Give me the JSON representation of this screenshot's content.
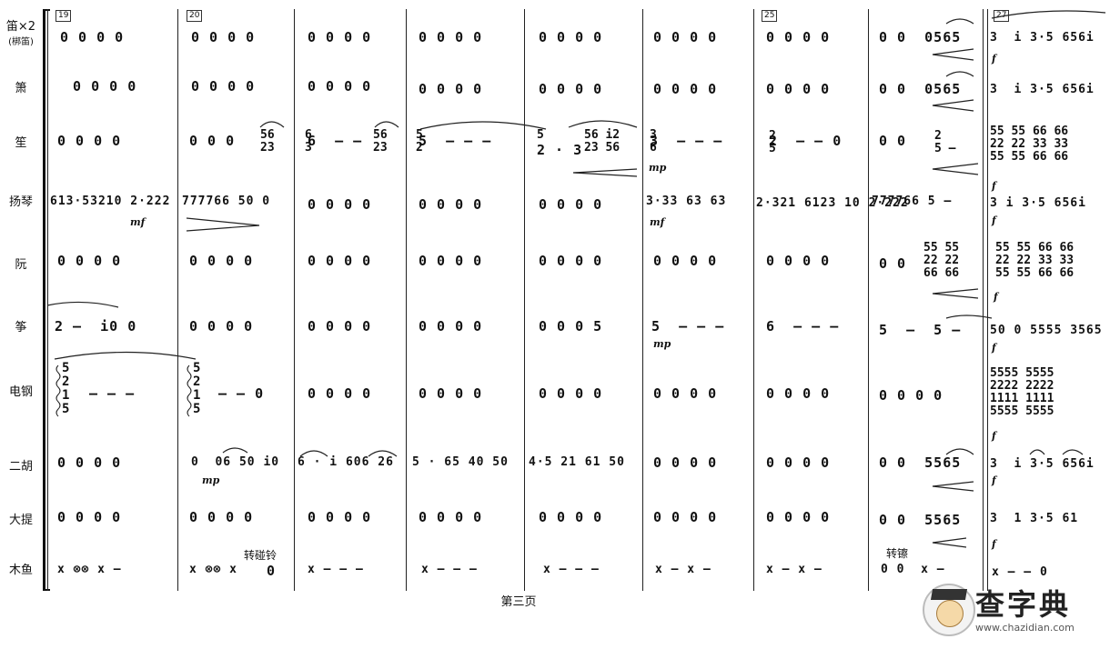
{
  "page_label": "第三页",
  "watermark": {
    "title": "查字典",
    "url": "www.chazidian.com"
  },
  "measure_numbers": [
    "19",
    "20",
    "25",
    "27"
  ],
  "instruments": [
    {
      "name": "笛×2",
      "sub": "(梆笛)"
    },
    {
      "name": "箫",
      "sub": ""
    },
    {
      "name": "笙",
      "sub": ""
    },
    {
      "name": "扬琴",
      "sub": ""
    },
    {
      "name": "阮",
      "sub": ""
    },
    {
      "name": "筝",
      "sub": ""
    },
    {
      "name": "电钢",
      "sub": ""
    },
    {
      "name": "二胡",
      "sub": ""
    },
    {
      "name": "大提",
      "sub": ""
    },
    {
      "name": "木鱼",
      "sub": ""
    }
  ],
  "rows": [
    [
      "0 0 0 0",
      "0 0 0 0",
      "0 0 0 0",
      "0 0 0 0",
      "0 0 0 0",
      "0 0 0 0",
      "0 0 0 0",
      "0 0  0565",
      "3  i 3·5 656i"
    ],
    [
      " 0 0 0 0",
      "0 0 0 0",
      "0 0 0 0",
      "0 0 0 0",
      "0 0 0 0",
      "0 0 0 0",
      "0 0 0 0",
      "0 0  0565",
      "3  i 3·5 656i"
    ],
    [
      "0 0 0 0",
      "0 0 0",
      "6  – –",
      "5  – – –",
      "2 · 3",
      "3  – – –",
      "2  – – 0",
      "0 0",
      ""
    ],
    [
      "613·53210 2·222",
      "777766 50 0",
      "0 0 0 0",
      "0 0 0 0",
      "0 0 0 0",
      "3·33 63 63",
      "2·321 6123 10 2·222",
      "777766 5 –",
      "3 i 3·5 656i"
    ],
    [
      "0 0 0 0",
      "0 0 0 0",
      "0 0 0 0",
      "0 0 0 0",
      "0 0 0 0",
      "0 0 0 0",
      "0 0 0 0",
      "0 0",
      ""
    ],
    [
      "2 –  i0 0",
      "0 0 0 0",
      "0 0 0 0",
      "0 0 0 0",
      "0 0 0 5",
      "5  – – –",
      "6  – – –",
      "5  –  5 –",
      "50 0 5555 3565"
    ],
    [
      "",
      "– – 0",
      "0 0 0 0",
      "0 0 0 0",
      "0 0 0 0",
      "0 0 0 0",
      "0 0 0 0",
      "0 0 0 0",
      ""
    ],
    [
      "0 0 0 0",
      "0  06 50 i0",
      "6 · i 606 26",
      "5 · 65 40 50",
      "4·5 21 61 50",
      "0 0 0 0",
      "0 0 0 0",
      "0 0  5565",
      "3  i 3·5 656i"
    ],
    [
      "0 0 0 0",
      "0 0 0 0",
      "0 0 0 0",
      "0 0 0 0",
      "0 0 0 0",
      "0 0 0 0",
      "0 0 0 0",
      "0 0  5565",
      "3  1 3·5 61"
    ],
    [
      "x ⊗⊗ x –",
      "x ⊗⊗ x",
      "x – – –",
      "x – – –",
      "x – – –",
      "x – x –",
      "x – x –",
      "0 0  x –",
      "x – – 0"
    ]
  ],
  "stacks": {
    "sheng_m20": "56\n23",
    "sheng_m21": "6\n3",
    "sheng_m21b": "56\n23",
    "sheng_m22": "5\n2",
    "sheng_m23": "5",
    "sheng_m23b": "56 i2\n23 56",
    "sheng_m24": "3\n6",
    "sheng_m25": "2\n5",
    "sheng_m26": "2\n5 –",
    "sheng_m27": "55 55 66 66\n22 22 33 33\n55 55 66 66",
    "ruan_m26": "55 55\n22 22\n66 66",
    "ruan_m27": "55 55 66 66\n22 22 33 33\n55 55 66 66",
    "piano_m19": "5\n2\n1\n5",
    "piano_m20": "5\n2\n1\n5",
    "piano_m27": "5555 5555\n2222 2222\n1111 1111\n5555 5555"
  },
  "dynamics": {
    "yq_m19": "mf",
    "sheng_m24": "mp",
    "yq_m24": "mf",
    "zheng_m24": "mp",
    "erhu_m20": "mp",
    "f1": "f",
    "f2": "f",
    "f3": "f",
    "f4": "f",
    "f5": "f",
    "f6": "f",
    "f7": "f",
    "f8": "f"
  },
  "annotations": {
    "muyu_m20": "转碰铃",
    "muyu_m20_after": "0",
    "muyu_m26": "转镲"
  }
}
